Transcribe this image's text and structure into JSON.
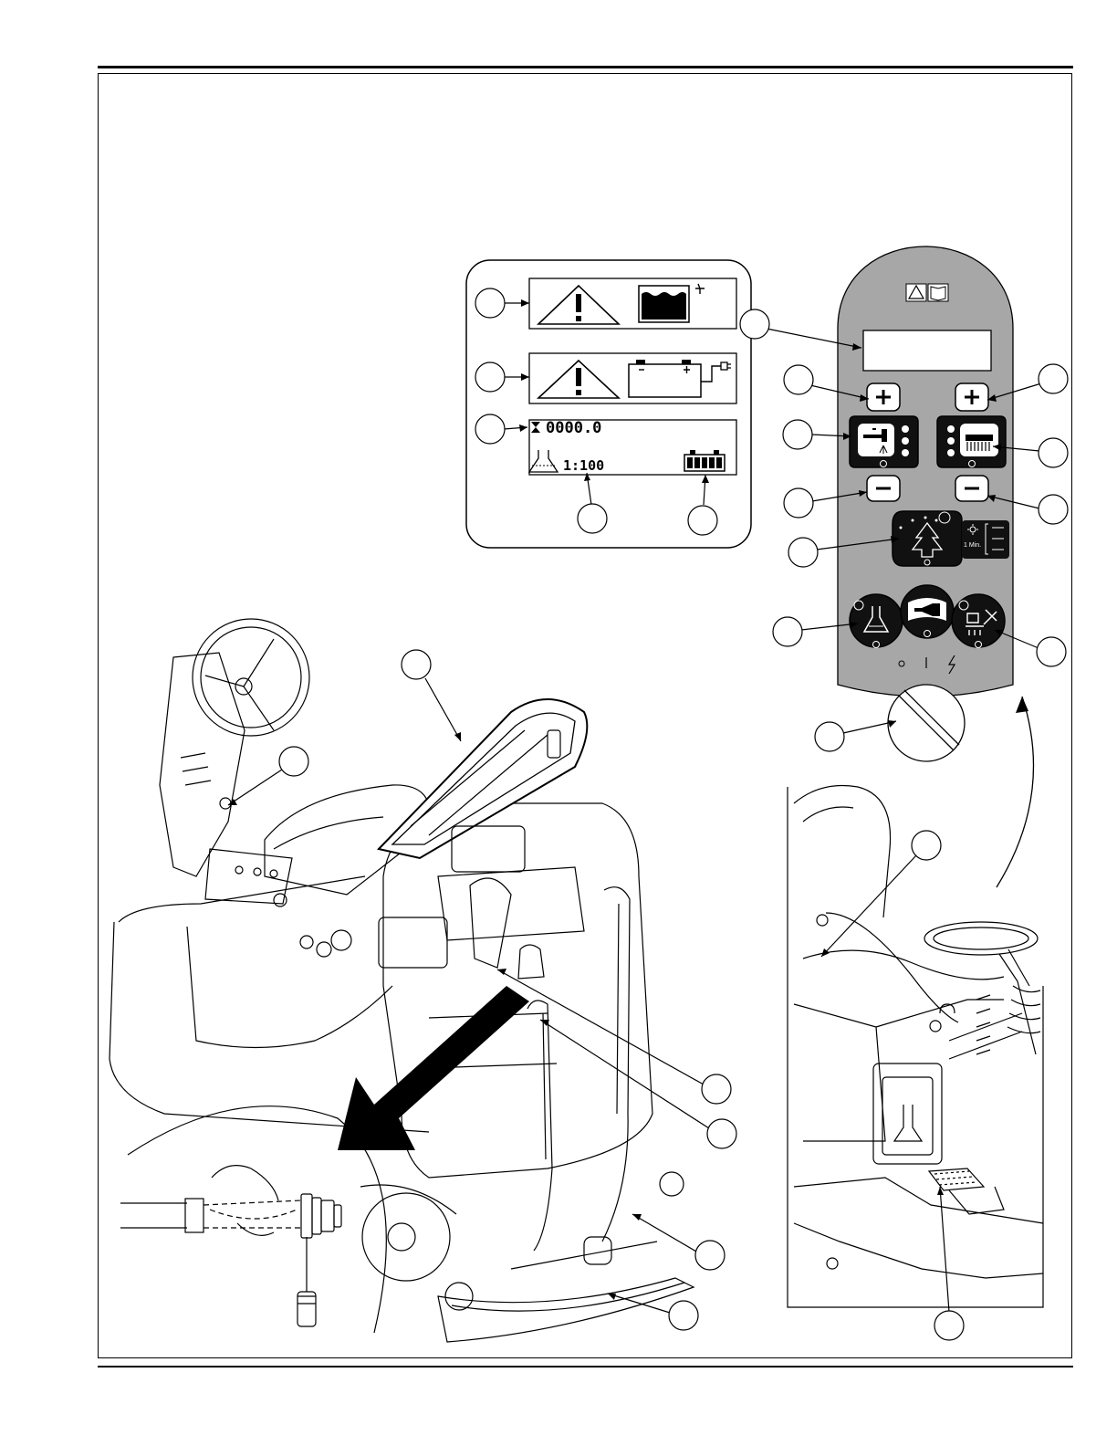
{
  "lcd": {
    "hour_meter": "0000.0",
    "detergent_ratio": "1:100"
  },
  "panel": {
    "one_min_label": "1 Min."
  },
  "callouts": [
    {
      "id": "lcd-water-warning"
    },
    {
      "id": "lcd-battery-warning"
    },
    {
      "id": "lcd-hour-meter"
    },
    {
      "id": "lcd-detergent-ratio"
    },
    {
      "id": "lcd-battery-level"
    },
    {
      "id": "display-window"
    },
    {
      "id": "solution-plus"
    },
    {
      "id": "solution-button"
    },
    {
      "id": "solution-minus"
    },
    {
      "id": "eco-button"
    },
    {
      "id": "detergent-button"
    },
    {
      "id": "brush-plus"
    },
    {
      "id": "brush-button"
    },
    {
      "id": "brush-minus"
    },
    {
      "id": "vacuum-button"
    },
    {
      "id": "key-switch"
    },
    {
      "id": "recovery-tank-cover"
    },
    {
      "id": "steering-column-part"
    },
    {
      "id": "drain-hose-a"
    },
    {
      "id": "drain-hose-b"
    },
    {
      "id": "squeegee-hose"
    },
    {
      "id": "squeegee"
    },
    {
      "id": "seat-part"
    },
    {
      "id": "foot-pedal"
    }
  ],
  "colors": {
    "panel_fill": "#a7a7a7",
    "button_fill": "#111111",
    "line": "#000000"
  }
}
